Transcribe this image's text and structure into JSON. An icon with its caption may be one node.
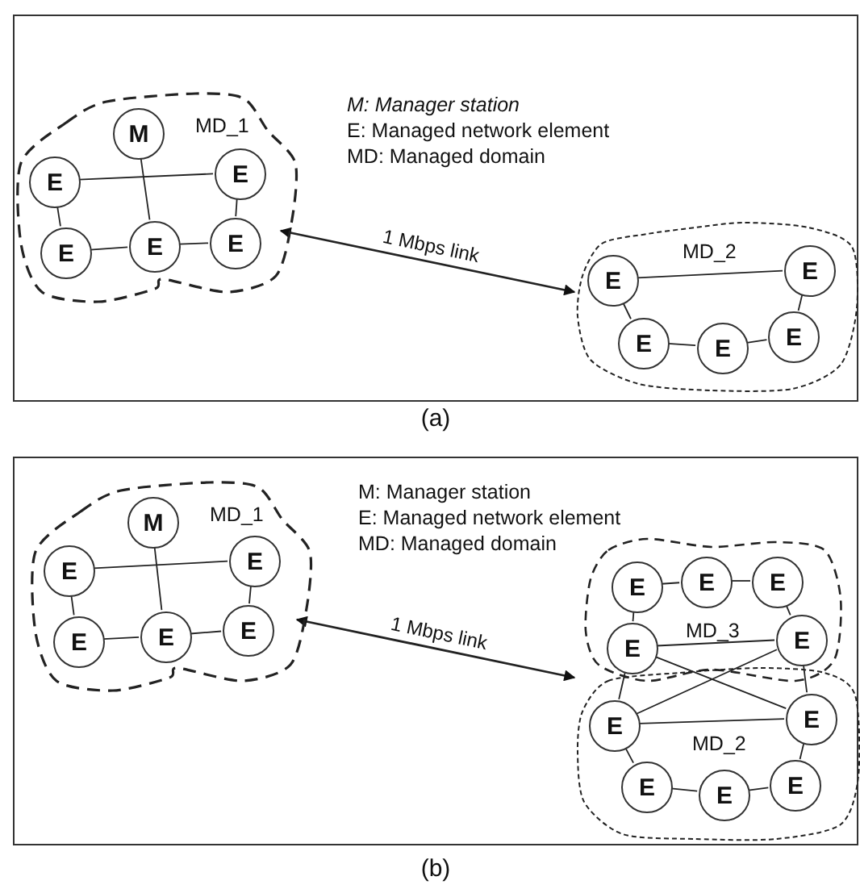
{
  "diagram": {
    "nodes": [
      {
        "text": [
          "(a)"
        ]
      },
      {
        "text": [
          "MD_1"
        ],
        "in": 0
      },
      {
        "text": [
          "M"
        ],
        "in": 1
      },
      {
        "text": [
          "E"
        ],
        "in": 1
      },
      {
        "text": [
          "E"
        ],
        "in": 1
      },
      {
        "text": [
          "E"
        ],
        "in": 1
      },
      {
        "text": [
          "E"
        ],
        "in": 1
      },
      {
        "text": [
          "E"
        ],
        "in": 1
      },
      {
        "text": [
          "MD_2"
        ],
        "in": 0
      },
      {
        "text": [
          "E"
        ],
        "in": 8
      },
      {
        "text": [
          "E"
        ],
        "in": 8
      },
      {
        "text": [
          "E"
        ],
        "in": 8
      },
      {
        "text": [
          "E"
        ],
        "in": 8
      },
      {
        "text": [
          "E"
        ],
        "in": 8
      },
      {
        "text": [
          "(b)"
        ]
      },
      {
        "text": [
          "MD_1"
        ],
        "in": 14
      },
      {
        "text": [
          "M"
        ],
        "in": 15
      },
      {
        "text": [
          "E"
        ],
        "in": 15
      },
      {
        "text": [
          "E"
        ],
        "in": 15
      },
      {
        "text": [
          "E"
        ],
        "in": 15
      },
      {
        "text": [
          "E"
        ],
        "in": 15
      },
      {
        "text": [
          "E"
        ],
        "in": 15
      },
      {
        "text": [
          "MD_3"
        ],
        "in": 14
      },
      {
        "text": [
          "E"
        ],
        "in": 22
      },
      {
        "text": [
          "E"
        ],
        "in": 22
      },
      {
        "text": [
          "E"
        ],
        "in": 22
      },
      {
        "text": [
          "E"
        ],
        "in": 22
      },
      {
        "text": [
          "E"
        ],
        "in": 22
      },
      {
        "text": [
          "MD_2"
        ],
        "in": 14
      },
      {
        "text": [
          "E"
        ],
        "in": 28
      },
      {
        "text": [
          "E"
        ],
        "in": 28
      },
      {
        "text": [
          "E"
        ],
        "in": 28
      },
      {
        "text": [
          "E"
        ],
        "in": 28
      },
      {
        "text": [
          "E"
        ],
        "in": 28
      }
    ],
    "edges": [
      {
        "from": 3,
        "to": 4,
        "arrow": "none"
      },
      {
        "from": 2,
        "to": 6,
        "arrow": "none"
      },
      {
        "from": 3,
        "to": 5,
        "arrow": "none"
      },
      {
        "from": 5,
        "to": 6,
        "arrow": "none"
      },
      {
        "from": 6,
        "to": 7,
        "arrow": "none"
      },
      {
        "from": 4,
        "to": 7,
        "arrow": "none"
      },
      {
        "from": 1,
        "to": 8,
        "arrow": "both",
        "label": "1 Mbps link"
      },
      {
        "from": 9,
        "to": 10,
        "arrow": "none"
      },
      {
        "from": 9,
        "to": 11,
        "arrow": "none"
      },
      {
        "from": 11,
        "to": 12,
        "arrow": "none"
      },
      {
        "from": 12,
        "to": 13,
        "arrow": "none"
      },
      {
        "from": 10,
        "to": 13,
        "arrow": "none"
      },
      {
        "from": 17,
        "to": 18,
        "arrow": "none"
      },
      {
        "from": 16,
        "to": 20,
        "arrow": "none"
      },
      {
        "from": 17,
        "to": 19,
        "arrow": "none"
      },
      {
        "from": 19,
        "to": 20,
        "arrow": "none"
      },
      {
        "from": 20,
        "to": 21,
        "arrow": "none"
      },
      {
        "from": 18,
        "to": 21,
        "arrow": "none"
      },
      {
        "from": 15,
        "to": 28,
        "arrow": "both",
        "label": "1 Mbps link"
      },
      {
        "from": 23,
        "to": 24,
        "arrow": "none"
      },
      {
        "from": 24,
        "to": 25,
        "arrow": "none"
      },
      {
        "from": 23,
        "to": 26,
        "arrow": "none"
      },
      {
        "from": 25,
        "to": 27,
        "arrow": "none"
      },
      {
        "from": 26,
        "to": 27,
        "arrow": "none"
      },
      {
        "from": 26,
        "to": 29,
        "arrow": "none"
      },
      {
        "from": 27,
        "to": 29,
        "arrow": "none"
      },
      {
        "from": 26,
        "to": 30,
        "arrow": "none"
      },
      {
        "from": 27,
        "to": 30,
        "arrow": "none"
      },
      {
        "from": 29,
        "to": 30,
        "arrow": "none"
      },
      {
        "from": 29,
        "to": 31,
        "arrow": "none"
      },
      {
        "from": 31,
        "to": 32,
        "arrow": "none"
      },
      {
        "from": 32,
        "to": 33,
        "arrow": "none"
      },
      {
        "from": 30,
        "to": 33,
        "arrow": "none"
      }
    ],
    "labels": [
      "M: Manager station",
      "E: Managed network element",
      "MD: Managed domain",
      "M: Manager station",
      "E: Managed network element",
      "MD: Managed domain"
    ]
  }
}
